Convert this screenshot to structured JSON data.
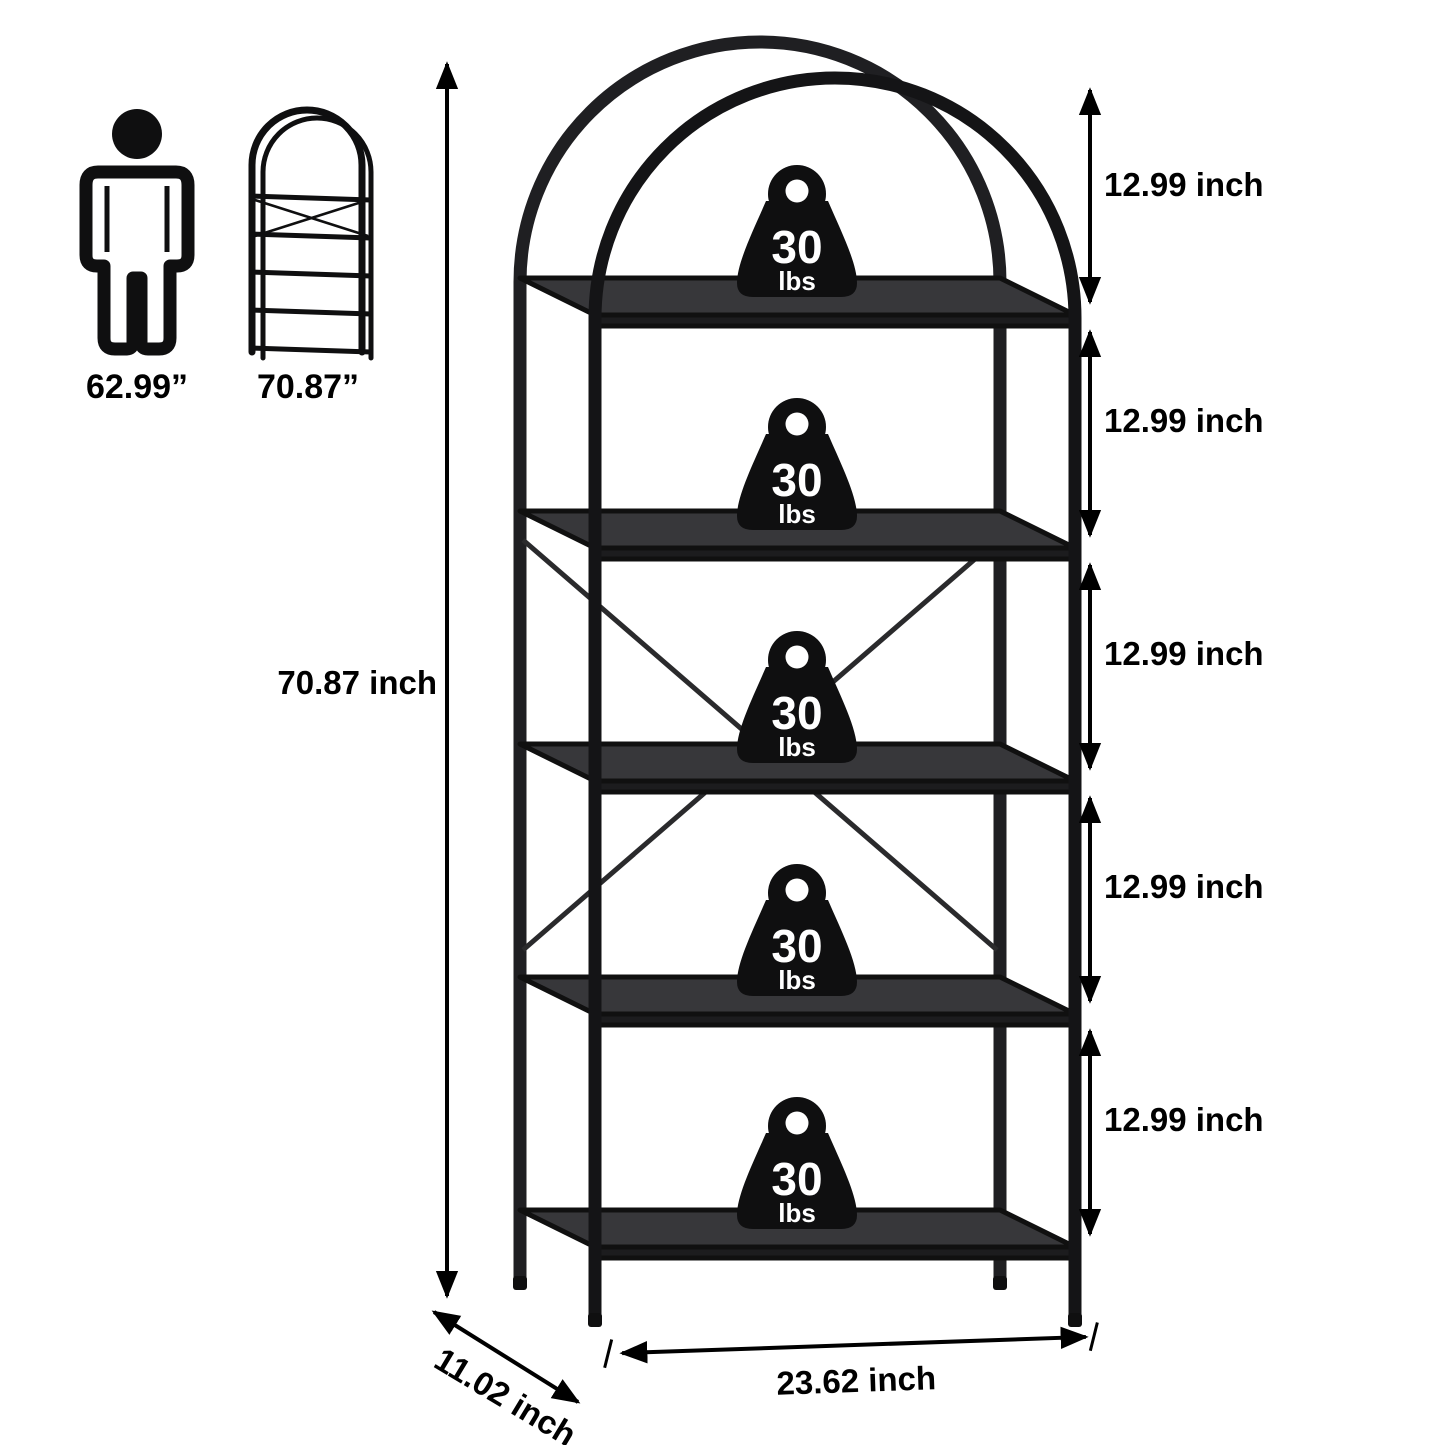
{
  "figure": {
    "person": {
      "label": "62.99”"
    },
    "mini_shelf": {
      "label": "70.87”"
    },
    "bookshelf": {
      "tiers": 5,
      "total_height": "70.87 inch",
      "width": "23.62 inch",
      "depth": "11.02 inch",
      "tier_gaps": [
        "12.99 inch",
        "12.99 inch",
        "12.99 inch",
        "12.99 inch",
        "12.99 inch"
      ],
      "shelf_capacity": {
        "value": "30",
        "unit": "lbs"
      }
    },
    "colors": {
      "ink": "#0f0f10",
      "shelf_fill": "#37373a",
      "shelf_edge": "#1c1c1e"
    }
  }
}
